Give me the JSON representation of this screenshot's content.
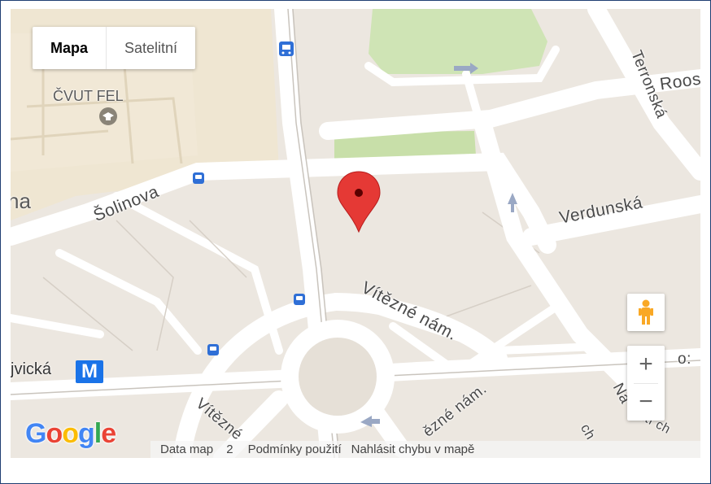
{
  "map_type_control": {
    "map_label": "Mapa",
    "satellite_label": "Satelitní"
  },
  "streets": {
    "solinova": "Šolinova",
    "verdunska": "Verdunská",
    "vitezne_nam_center": "Vítězné nám.",
    "vitezne_nam_bottom_left": "Vítězné",
    "vitezne_nam_bottom_right": "ězné nám.",
    "terronska": "Terronská",
    "roos": "Roos",
    "partial_na": "Na",
    "partial_stri": "ntí ch",
    "partial_cropped_o": "o:"
  },
  "pois": {
    "cvut_fel": "ČVUT FEL",
    "dejvicka": "jvická",
    "partial_left_na": "na",
    "partial_ch": "ch"
  },
  "metro": {
    "symbol": "M"
  },
  "controls": {
    "zoom_in": "+",
    "zoom_out": "−"
  },
  "logo": {
    "text": "Google"
  },
  "attribution": {
    "data": "Data map",
    "data_suffix": "2",
    "terms": "Podmínky použití",
    "report": "Nahlásit chybu v mapě"
  },
  "colors": {
    "map_background": "#ece7e0",
    "road": "#ffffff",
    "park": "#c8dfa9",
    "marker": "#e53935",
    "frame_border": "#1f3f73",
    "metro": "#1a73e8"
  },
  "icons": {
    "marker": "red-location-pin-icon",
    "pegman": "street-view-pegman-icon",
    "bus": "bus-stop-icon",
    "tram": "tram-stop-icon",
    "university": "university-icon"
  }
}
